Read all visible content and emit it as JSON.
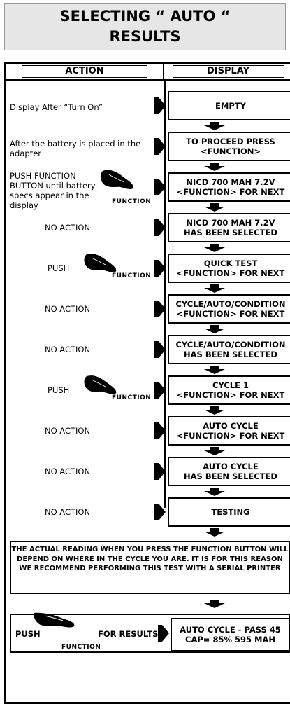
{
  "title": {
    "line1": "SELECTING “ AUTO “",
    "line2": "RESULTS"
  },
  "headers": {
    "action": "ACTION",
    "display": "DISPLAY"
  },
  "steps": [
    {
      "action": "Display After “Turn On”",
      "display": [
        "EMPTY"
      ]
    },
    {
      "action": "After the battery is placed in the adapter",
      "display": [
        "TO PROCEED PRESS",
        "<FUNCTION>"
      ]
    },
    {
      "action": "PUSH FUNCTION BUTTON until battery specs appear in the display",
      "display": [
        "NICD 700 MAH 7.2V",
        "<FUNCTION> FOR NEXT"
      ]
    },
    {
      "action": "NO ACTION",
      "display": [
        "NICD 700 MAH 7.2V",
        "HAS BEEN SELECTED"
      ]
    },
    {
      "action": "PUSH",
      "display": [
        "QUICK TEST",
        "<FUNCTION> FOR NEXT"
      ]
    },
    {
      "action": "NO ACTION",
      "display": [
        "CYCLE/AUTO/CONDITION",
        "<FUNCTION> FOR NEXT"
      ]
    },
    {
      "action": "NO ACTION",
      "display": [
        "CYCLE/AUTO/CONDITION",
        "HAS BEEN SELECTED"
      ]
    },
    {
      "action": "PUSH",
      "display": [
        "CYCLE 1",
        "<FUNCTION> FOR NEXT"
      ]
    },
    {
      "action": "NO ACTION",
      "display": [
        "AUTO CYCLE",
        "<FUNCTION> FOR NEXT"
      ]
    },
    {
      "action": "NO ACTION",
      "display": [
        "AUTO CYCLE",
        "HAS BEEN SELECTED"
      ]
    },
    {
      "action": "NO ACTION",
      "display": [
        "TESTING"
      ]
    }
  ],
  "button_label": "FUNCTION",
  "note": "THE ACTUAL READING WHEN YOU PRESS THE FUNCTION BUTTON WILL DEPEND ON WHERE IN THE CYCLE YOU ARE. IT IS FOR THIS REASON WE RECOMMEND PERFORMING THIS TEST WITH A SERIAL PRINTER",
  "final": {
    "push_label": "PUSH",
    "for_results_label": "FOR RESULTS",
    "display": [
      "AUTO CYCLE - PASS 45",
      "CAP= 85%  595  MAH"
    ]
  }
}
